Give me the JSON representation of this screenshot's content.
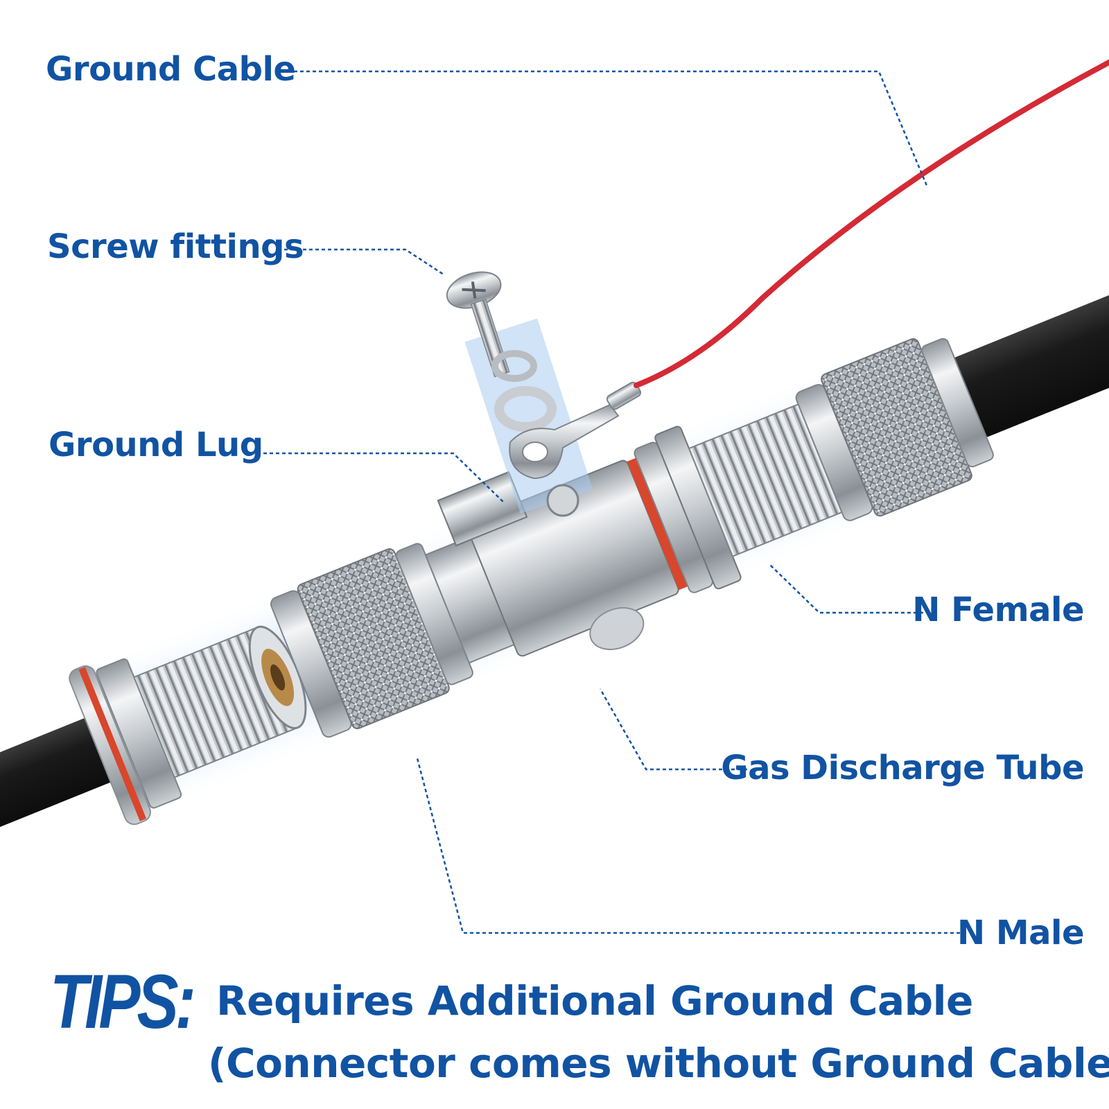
{
  "labels": {
    "ground_cable": "Ground Cable",
    "screw_fittings": "Screw fittings",
    "ground_lug": "Ground Lug",
    "n_female": "N Female",
    "gas_discharge_tube": "Gas Discharge Tube",
    "n_male": "N Male"
  },
  "tips": {
    "heading": "TIPS:",
    "line1": "Requires Additional Ground Cable",
    "line2": "(Connector comes without Ground Cable)"
  },
  "colors": {
    "label_blue": "#1153a3",
    "ground_wire_red": "#d42a35",
    "cable_black": "#1e1e1e",
    "metal_silver": "#c9ccd0",
    "oring_red": "#d8462c"
  }
}
